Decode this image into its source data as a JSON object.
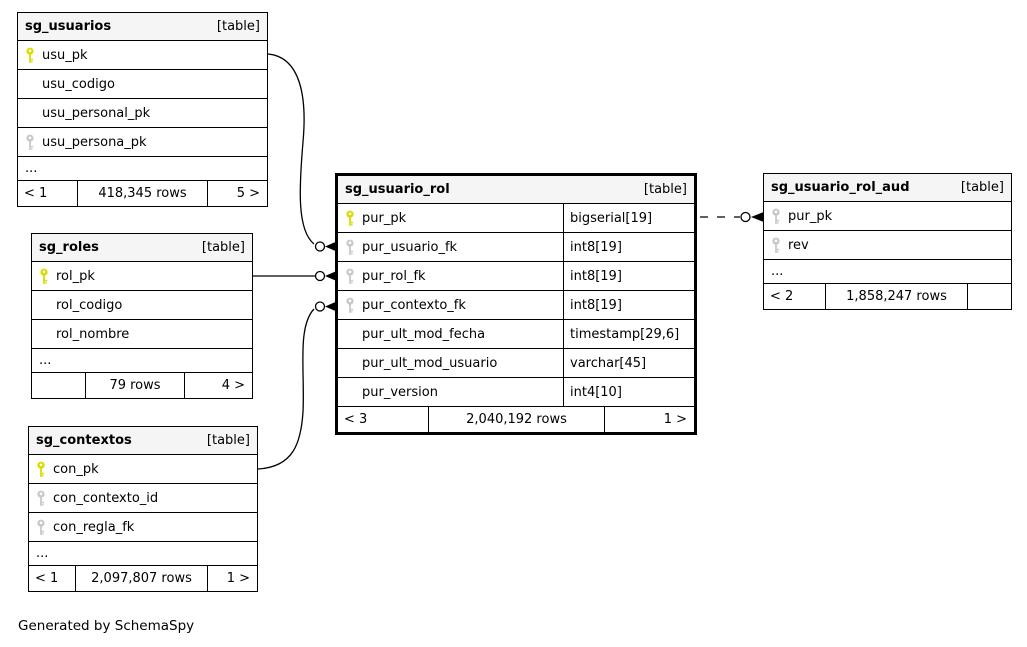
{
  "page": {
    "credit": "Generated by SchemaSpy"
  },
  "colors": {
    "header_bg": "#f5f5f5",
    "border": "#000000",
    "pk_key": "#d8dc00",
    "fk_key": "#c9c9c9"
  },
  "tables": [
    {
      "name": "sg_usuarios",
      "type_label": "[table]",
      "columns": [
        {
          "name": "usu_pk",
          "key": "pk"
        },
        {
          "name": "usu_codigo",
          "key": null
        },
        {
          "name": "usu_personal_pk",
          "key": null
        },
        {
          "name": "usu_persona_pk",
          "key": "fk"
        },
        {
          "name": "...",
          "ellipsis": true
        }
      ],
      "footer": {
        "prev": "< 1",
        "rows": "418,345 rows",
        "next": "5 >"
      }
    },
    {
      "name": "sg_roles",
      "type_label": "[table]",
      "columns": [
        {
          "name": "rol_pk",
          "key": "pk"
        },
        {
          "name": "rol_codigo",
          "key": null
        },
        {
          "name": "rol_nombre",
          "key": null
        },
        {
          "name": "...",
          "ellipsis": true
        }
      ],
      "footer": {
        "prev": "",
        "rows": "79 rows",
        "next": "4 >"
      }
    },
    {
      "name": "sg_contextos",
      "type_label": "[table]",
      "columns": [
        {
          "name": "con_pk",
          "key": "pk"
        },
        {
          "name": "con_contexto_id",
          "key": "fk"
        },
        {
          "name": "con_regla_fk",
          "key": "fk"
        },
        {
          "name": "...",
          "ellipsis": true
        }
      ],
      "footer": {
        "prev": "< 1",
        "rows": "2,097,807 rows",
        "next": "1 >"
      }
    },
    {
      "name": "sg_usuario_rol",
      "type_label": "[table]",
      "columns": [
        {
          "name": "pur_pk",
          "key": "pk",
          "type": "bigserial[19]"
        },
        {
          "name": "pur_usuario_fk",
          "key": "fk",
          "type": "int8[19]"
        },
        {
          "name": "pur_rol_fk",
          "key": "fk",
          "type": "int8[19]"
        },
        {
          "name": "pur_contexto_fk",
          "key": "fk",
          "type": "int8[19]"
        },
        {
          "name": "pur_ult_mod_fecha",
          "key": null,
          "type": "timestamp[29,6]"
        },
        {
          "name": "pur_ult_mod_usuario",
          "key": null,
          "type": "varchar[45]"
        },
        {
          "name": "pur_version",
          "key": null,
          "type": "int4[10]"
        }
      ],
      "footer": {
        "prev": "< 3",
        "rows": "2,040,192 rows",
        "next": "1 >"
      }
    },
    {
      "name": "sg_usuario_rol_aud",
      "type_label": "[table]",
      "columns": [
        {
          "name": "pur_pk",
          "key": "fk"
        },
        {
          "name": "rev",
          "key": "fk"
        },
        {
          "name": "...",
          "ellipsis": true
        }
      ],
      "footer": {
        "prev": "< 2",
        "rows": "1,858,247 rows",
        "next": ""
      }
    }
  ],
  "relationships": [
    {
      "from": "sg_usuarios.usu_pk",
      "to": "sg_usuario_rol.pur_usuario_fk",
      "style": "solid"
    },
    {
      "from": "sg_roles.rol_pk",
      "to": "sg_usuario_rol.pur_rol_fk",
      "style": "solid"
    },
    {
      "from": "sg_contextos.con_pk",
      "to": "sg_usuario_rol.pur_contexto_fk",
      "style": "solid"
    },
    {
      "from": "sg_usuario_rol.pur_pk",
      "to": "sg_usuario_rol_aud.pur_pk",
      "style": "dashed"
    }
  ]
}
